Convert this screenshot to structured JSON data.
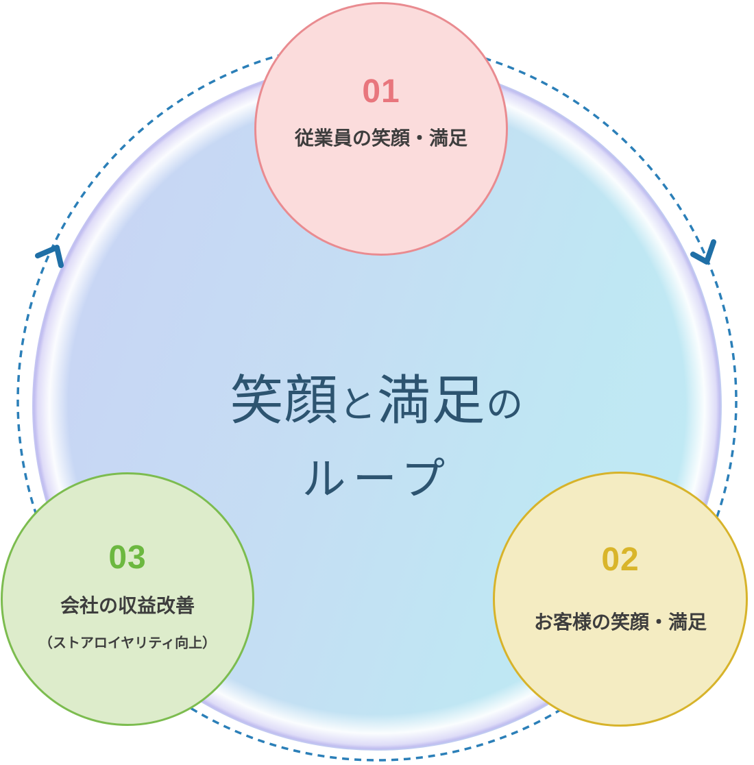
{
  "diagram": {
    "center_title": {
      "line1_parts": [
        "笑顔",
        "と",
        "満足",
        "の"
      ],
      "line2": "ループ",
      "text_color": "#2d5470"
    },
    "loop": {
      "dash_color": "#2b7fb8",
      "arrow_color": "#1f6fa6",
      "direction": "clockwise"
    },
    "steps": [
      {
        "number": "01",
        "label": "従業員の笑顔・満足",
        "fill_color": "#fbdcdc",
        "border_color": "#e98b90",
        "number_color": "#e8767d"
      },
      {
        "number": "02",
        "label": "お客様の笑顔・満足",
        "fill_color": "#f4ecc2",
        "border_color": "#d7b32a",
        "number_color": "#d9b52a"
      },
      {
        "number": "03",
        "label": "会社の収益改善",
        "sublabel": "（ストアロイヤリティ向上）",
        "fill_color": "#ddeccb",
        "border_color": "#7cbc4f",
        "number_color": "#6cb840"
      }
    ]
  }
}
